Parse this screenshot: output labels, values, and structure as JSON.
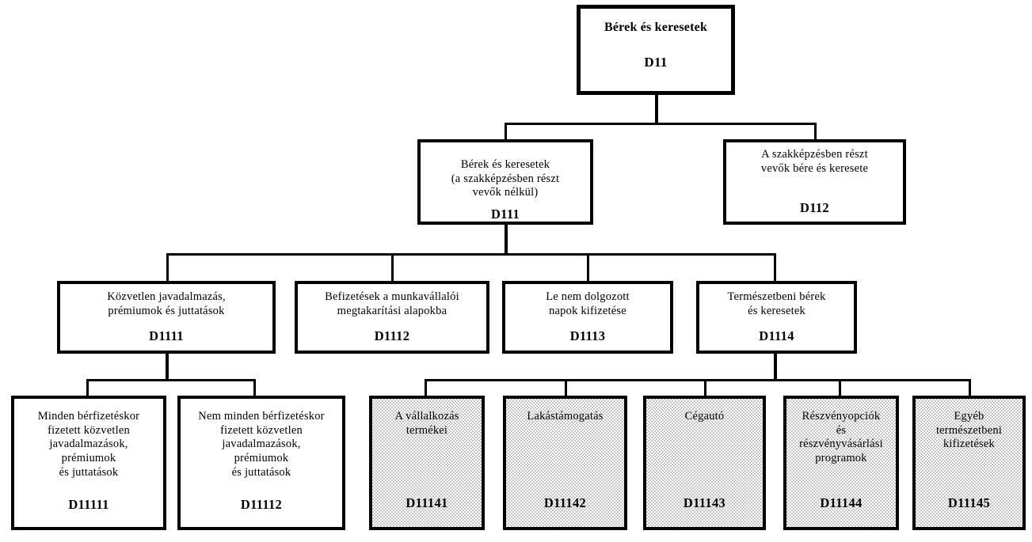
{
  "diagram": {
    "nodes": [
      {
        "id": "D11",
        "title": "Bérek és keresetek",
        "code": "D11",
        "shaded": false
      },
      {
        "id": "D111",
        "title": "Bérek és keresetek\n(a szakképzésben részt\nvevők nélkül)",
        "code": "D111",
        "shaded": false
      },
      {
        "id": "D112",
        "title": "A szakképzésben részt\nvevők bére és keresete",
        "code": "D112",
        "shaded": false
      },
      {
        "id": "D1111",
        "title": "Közvetlen javadalmazás,\nprémiumok és juttatások",
        "code": "D1111",
        "shaded": false
      },
      {
        "id": "D1112",
        "title": "Befizetések a munkavállalói\nmegtakarítási alapokba",
        "code": "D1112",
        "shaded": false
      },
      {
        "id": "D1113",
        "title": "Le nem dolgozott\nnapok kifizetése",
        "code": "D1113",
        "shaded": false
      },
      {
        "id": "D1114",
        "title": "Természetbeni bérek\nés keresetek",
        "code": "D1114",
        "shaded": false
      },
      {
        "id": "D11111",
        "title": "Minden bérfizetéskor\nfizetett közvetlen\njavadalmazások,\nprémiumok\nés juttatások",
        "code": "D11111",
        "shaded": false
      },
      {
        "id": "D11112",
        "title": "Nem minden bérfizetéskor\nfizetett közvetlen\njavadalmazások,\nprémiumok\nés juttatások",
        "code": "D11112",
        "shaded": false
      },
      {
        "id": "D11141",
        "title": "A vállalkozás\ntermékei",
        "code": "D11141",
        "shaded": true
      },
      {
        "id": "D11142",
        "title": "Lakástámogatás",
        "code": "D11142",
        "shaded": true
      },
      {
        "id": "D11143",
        "title": "Cégautó",
        "code": "D11143",
        "shaded": true
      },
      {
        "id": "D11144",
        "title": "Részvényopciók\nés\nrészvényvásárlási\nprogramok",
        "code": "D11144",
        "shaded": true
      },
      {
        "id": "D11145",
        "title": "Egyéb\ntermészetbeni\nkifizetések",
        "code": "D11145",
        "shaded": true
      }
    ]
  }
}
